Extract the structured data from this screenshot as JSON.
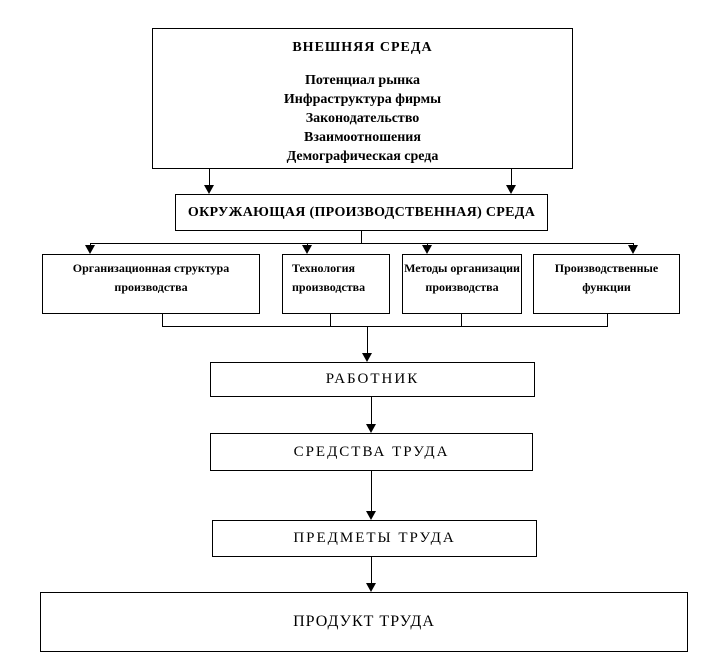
{
  "diagram": {
    "external_environment": {
      "title": "ВНЕШНЯЯ СРЕДА",
      "items": [
        "Потенциал рынка",
        "Инфраструктура фирмы",
        "Законодательство",
        "Взаимоотношения",
        "Демографическая среда"
      ]
    },
    "production_environment": {
      "label": "ОКРУЖАЮЩАЯ (ПРОИЗВОДСТВЕННАЯ) СРЕДА"
    },
    "factors": [
      {
        "label": "Организационная структура производства"
      },
      {
        "label": "Технология производства"
      },
      {
        "label": "Методы организации производства"
      },
      {
        "label": "Производственные функции"
      }
    ],
    "labor_chain": [
      {
        "label": "РАБОТНИК"
      },
      {
        "label": "СРЕДСТВА ТРУДА"
      },
      {
        "label": "ПРЕДМЕТЫ ТРУДА"
      },
      {
        "label": "ПРОДУКТ ТРУДА"
      }
    ]
  },
  "colors": {
    "line": "#000000",
    "background": "#ffffff",
    "box_background": "#ffffff",
    "text": "#000000"
  }
}
